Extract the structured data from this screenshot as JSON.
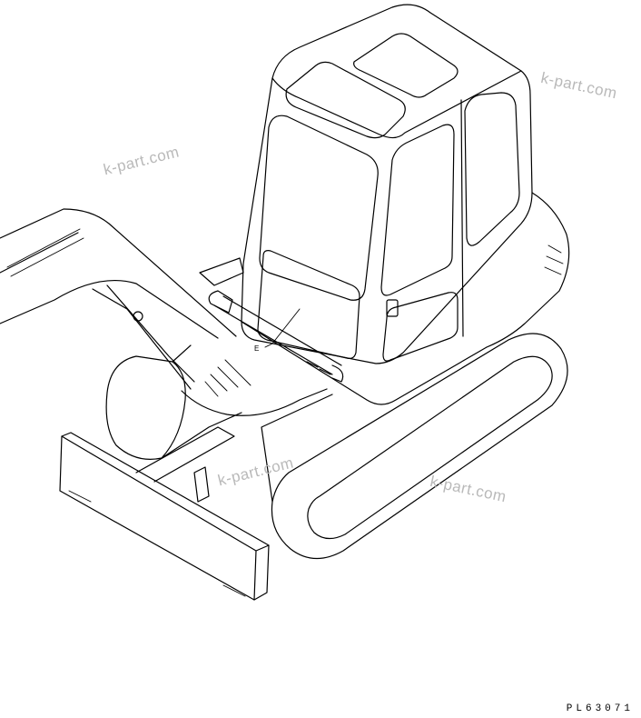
{
  "watermarks": [
    {
      "text": "k-part.com"
    },
    {
      "text": "k-part.com"
    },
    {
      "text": "k-part.com"
    },
    {
      "text": "k-part.com"
    }
  ],
  "callout_letter": "E",
  "drawing_code": "PL63071",
  "colors": {
    "line": "#000000",
    "watermark": "#b9b9b9",
    "background": "#ffffff"
  }
}
